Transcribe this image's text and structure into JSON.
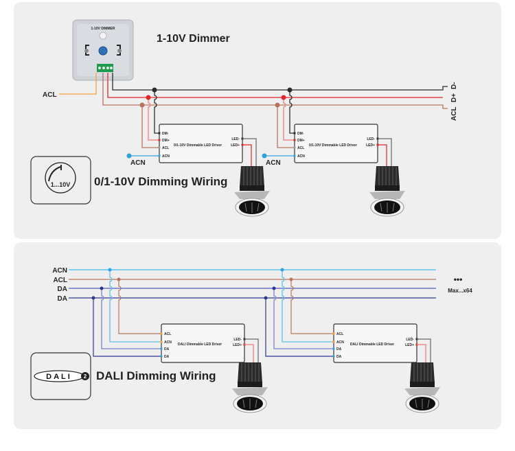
{
  "top_panel": {
    "dimmer_title": "1-10V Dimmer",
    "dimmer_face_text": "1-10V DIMMER",
    "section_title": "0/1-10V Dimming Wiring",
    "icon_text": "1...10V",
    "input_label": "ACL",
    "bus_labels": [
      "D-",
      "D+",
      "ACL"
    ],
    "driver": {
      "name": "0/1-10V Dimmable LED Driver",
      "inputs": [
        "DM-",
        "DM+",
        "ACL",
        "ACN"
      ],
      "outputs": [
        "LED-",
        "LED+"
      ],
      "acn_label": "ACN"
    }
  },
  "bottom_panel": {
    "section_title": "DALI Dimming Wiring",
    "logo_text": "DALI",
    "logo_suffix": "2",
    "bus_labels": [
      "ACN",
      "ACL",
      "DA",
      "DA"
    ],
    "more_indicator": "•••",
    "max_label": "Max...x64",
    "driver": {
      "name": "DALI Dimmable LED Driver",
      "inputs": [
        "ACL",
        "ACN",
        "DA",
        "DA"
      ],
      "outputs": [
        "LED-",
        "LED+"
      ]
    }
  },
  "colors": {
    "panel": "#efefef",
    "black_wire": "#2b2b2b",
    "red_wire": "#e0252b",
    "pink_wire": "#ef8a8c",
    "brown_wire": "#b8735a",
    "orange_wire": "#f2a23a",
    "acn_blue": "#2aa3e0",
    "dali_acn": "#5cc3ea",
    "dali_da1": "#8d91cf",
    "dali_da2": "#2f3592"
  }
}
